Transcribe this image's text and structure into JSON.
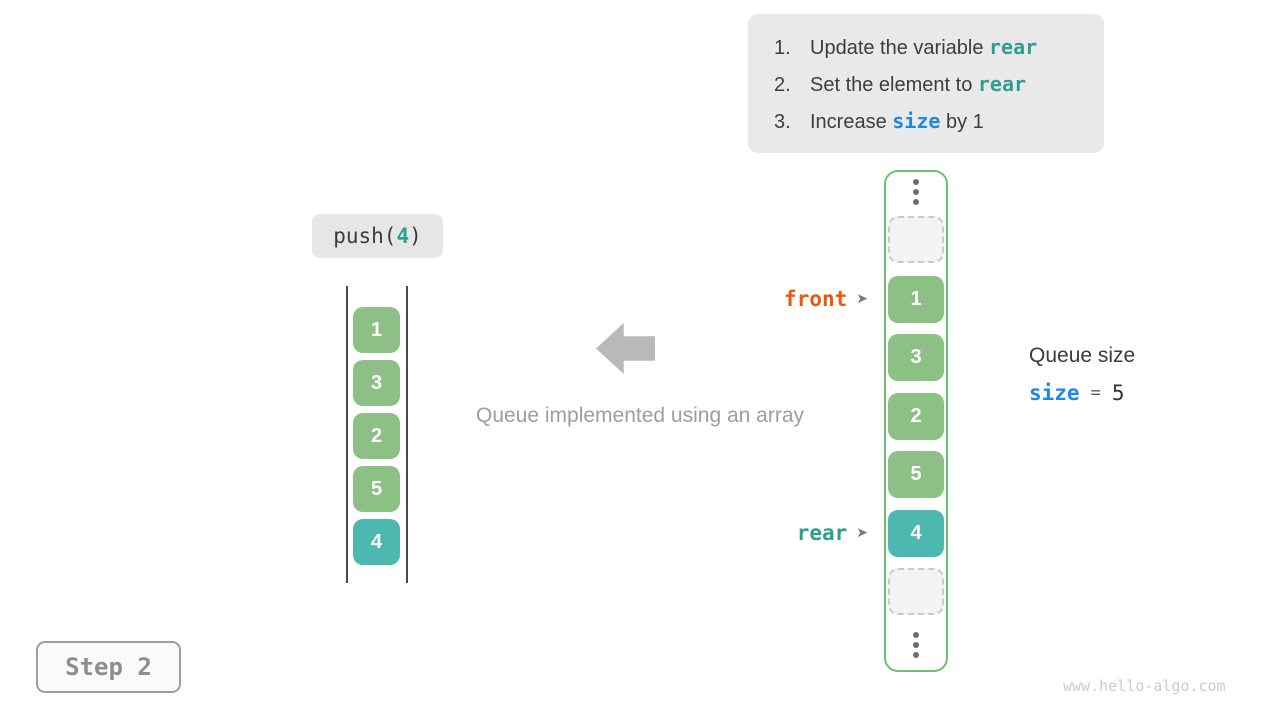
{
  "colors": {
    "green_cell": "#8cc084",
    "teal_cell": "#4cb8b0",
    "frame_border_green": "#6fbf73",
    "front_orange": "#e8590c",
    "rear_teal": "#2f9e8f",
    "size_blue": "#1e88e5",
    "caption_gray": "#9e9e9e",
    "box_gray": "#e9e9e9"
  },
  "instructions": {
    "items": [
      {
        "num": "1.",
        "prefix": "Update the variable ",
        "code": "rear",
        "suffix": ""
      },
      {
        "num": "2.",
        "prefix": "Set the element to ",
        "code": "rear",
        "suffix": ""
      },
      {
        "num": "3.",
        "prefix": "Increase ",
        "code": "size",
        "suffix": " by 1"
      }
    ]
  },
  "push_call": {
    "prefix": "push(",
    "arg": "4",
    "suffix": ")"
  },
  "left_stack": {
    "values": [
      "1",
      "3",
      "2",
      "5",
      "4"
    ]
  },
  "caption": "Queue implemented using an array",
  "right_array": {
    "front_label": "front",
    "rear_label": "rear",
    "pointer_glyph": "➤",
    "values": [
      "1",
      "3",
      "2",
      "5",
      "4"
    ]
  },
  "queue_size": {
    "title": "Queue size",
    "variable": "size",
    "operator": "=",
    "value": "5"
  },
  "step_badge": "Step 2",
  "watermark": "www.hello-algo.com"
}
